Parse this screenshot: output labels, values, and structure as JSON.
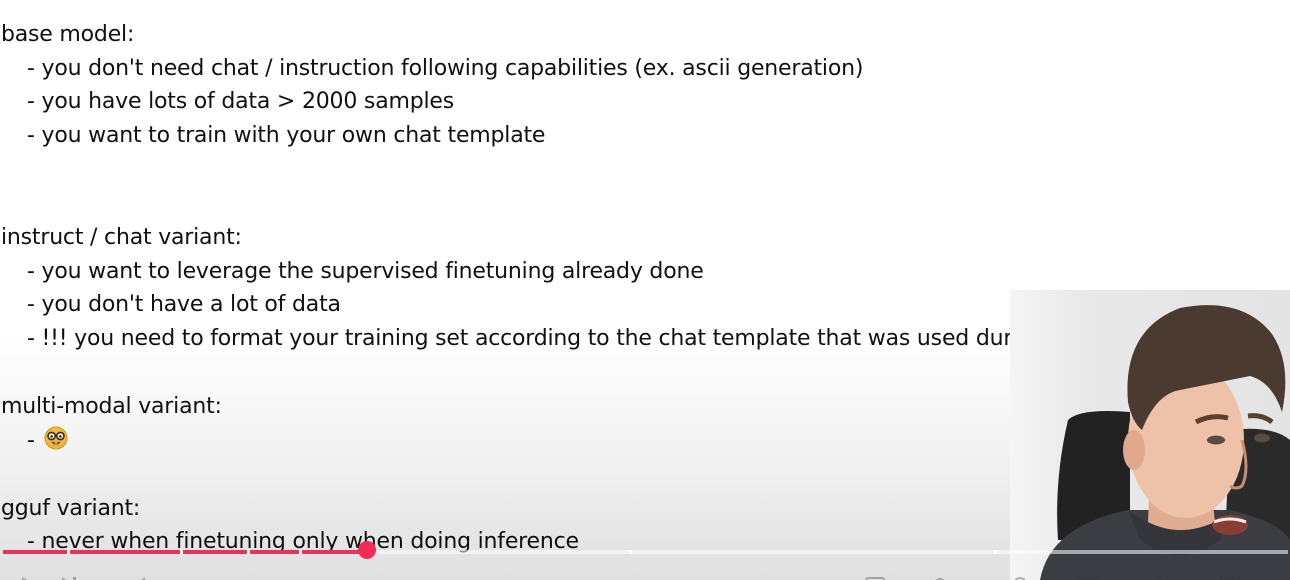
{
  "slide": {
    "sections": [
      {
        "heading": "base model:",
        "items": [
          "- you don't need chat / instruction following capabilities (ex. ascii generation)",
          "- you have lots of data > 2000 samples",
          "- you want to train with your own chat template"
        ]
      },
      {
        "heading": "instruct / chat variant:",
        "items": [
          "- you want to leverage the supervised finetuning already done",
          "- you don't have a lot of data",
          "- !!! you need to format your training set according to the chat template that was used during original SFT"
        ]
      },
      {
        "heading": "multi-modal variant:",
        "items": [
          "- "
        ],
        "emoji": "nerd-face-icon"
      },
      {
        "heading": "gguf variant:",
        "items": [
          "- never when finetuning only when doing inference"
        ]
      }
    ]
  },
  "player": {
    "progress_fraction": 0.283,
    "colors": {
      "played": "#e8315b",
      "scrubber": "#f12d56"
    }
  }
}
